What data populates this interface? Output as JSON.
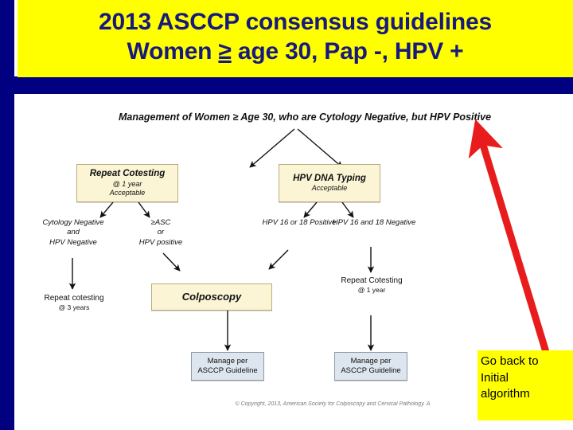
{
  "slide": {
    "title_line1": "2013 ASCCP consensus guidelines",
    "title_line2_a": "Women ",
    "title_line2_ge": "≥",
    "title_line2_b": " age 30, Pap -, HPV +",
    "banner_bg": "#ffff00",
    "banner_text_color": "#17197e",
    "frame_color": "#000080"
  },
  "diagram": {
    "header": "Management of Women ≥ Age 30, who are Cytology Negative, but HPV Positive",
    "nodes": {
      "repeat_cotesting_1yr": {
        "title": "Repeat Cotesting",
        "sub1": "@ 1 year",
        "sub2": "Acceptable",
        "fill": "#fbf5d6"
      },
      "hpv_dna_typing": {
        "title": "HPV DNA Typing",
        "sub1": "Acceptable",
        "fill": "#fbf5d6"
      },
      "colposcopy": {
        "title": "Colposcopy",
        "fill": "#fbf5d6"
      },
      "manage_left": {
        "line1": "Manage per",
        "line2": "ASCCP Guideline",
        "fill": "#dde5ee"
      },
      "manage_right": {
        "line1": "Manage per",
        "line2": "ASCCP Guideline",
        "fill": "#dde5ee"
      }
    },
    "labels": {
      "cyto_neg_hpv_neg": {
        "l1": "Cytology Negative",
        "l2": "and",
        "l3": "HPV Negative"
      },
      "asc_or_hpv_pos": {
        "l1": "≥ASC",
        "l2": "or",
        "l3": "HPV positive"
      },
      "hpv_16_18_positive": {
        "l1": "HPV 16 or 18 Positive"
      },
      "hpv_16_18_negative": {
        "l1": "HPV 16 and 18 Negative"
      },
      "repeat_cotesting_3yrs": {
        "l1": "Repeat cotesting",
        "l2": "@ 3 years"
      },
      "repeat_cotesting_1yr_right": {
        "l1": "Repeat Cotesting",
        "l2": "@ 1 year"
      }
    },
    "copyright": "© Copyright, 2013, American Society for Colposcopy and Cervical Pathology. A"
  },
  "callout": {
    "line1": "Go back to",
    "line2": "Initial",
    "line3": "algorithm",
    "bg": "#ffff00",
    "text_color": "#000000"
  },
  "red_arrow": {
    "color": "#e81c1c"
  }
}
